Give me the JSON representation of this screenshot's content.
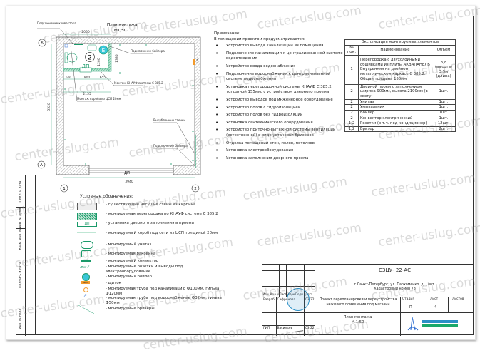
{
  "watermark": "center-uslug.com",
  "plan": {
    "title": "План монтажа",
    "scale": "М1:50",
    "axes": {
      "b": "Б",
      "a": "А",
      "one": "1",
      "two": "2"
    },
    "room_number": "2",
    "boiler_mark": "Б",
    "door_mark": "ДП",
    "dims": {
      "top": "2000",
      "left": "5520",
      "bottom": "3940",
      "partition_total": "2155",
      "d600": "600",
      "d900": "900",
      "d655": "655",
      "d1200": "1200",
      "d1335": "1335"
    },
    "callouts": {
      "convector": "Подключение конвектора",
      "boiler_top": "Подключение бойлера",
      "knauf": "Монтаж КНАУФ системы С 385.2",
      "duct": "Монтаж короба из ЦСП 20мм",
      "outlets": "Вырубленные стенки",
      "boiler_right": "Подключение бойлера",
      "shield": "ЩЭ"
    }
  },
  "notes": {
    "heading": "Примечание:",
    "intro": "В помещении проектом предусматривается:",
    "items": [
      "Устройство вывода канализации из помещения",
      "Подключение канализации к централизованной системе водоотведения",
      "Устройство ввода водоснабжения",
      "Подключение водоснабжения к централизованной системе водоснабжения",
      "Установка перегородочной системы КНАУФ С 385.2 толщиной 155мм, с устройством дверного проема",
      "Устройство выводов под инженерное оборудование",
      "Устройство полов с гидроизоляцией",
      "Устройство полов без гидроизоляции",
      "Установка сантехнического оборудования",
      "Устройство приточно-вытяжной системы вентиляции (естественной) в виде установки бризеров",
      "Отделка помещений стен, полов, потолков",
      "Установка электрооборудования",
      "Установка заполнения дверного проема"
    ]
  },
  "explication": {
    "title": "Экспликация монтируемых элементов",
    "headers": [
      "№ пом.",
      "Наименование",
      "Объем"
    ],
    "rows": [
      [
        "1",
        "Перегородка с двухслойными обшивками из плиты АКВАПАНЕЛЬ Внутренняя на двойном металлическом каркасе С 385.2. Общая толщина 155мм",
        "3,8 (высота) 3,5м (длина)"
      ],
      [
        "2",
        "Дверной проем с заполнением ширина 900мм, высота 2100мм (в свету)",
        "1шт."
      ],
      [
        "2",
        "Унитаз",
        "1шт."
      ],
      [
        "2",
        "Умывальник",
        "1шт."
      ],
      [
        "2",
        "Бойлер",
        "1шт."
      ],
      [
        "2",
        "Конвектор электрический",
        "1шт."
      ],
      [
        "1,2",
        "Розетки (в т.ч. под кондиционер)",
        "12шт."
      ],
      [
        "1,2",
        "Бризер",
        "2шт."
      ]
    ]
  },
  "legend": {
    "title": "Условные обозначения:",
    "items": [
      "- существующие несущие стены из кирпича",
      "- монтируемая перегородка по КНАУФ системе С 385.2",
      "- установка дверного заполнения в проема",
      "- монтируемый короб под сети из ЦСП толщиной 20мм",
      "- монтируемый унитаз",
      "- монтируемая раковина",
      "- монтируемый конвектор",
      "- монтируемые розетки и выводы под электрооборудование",
      "- монтируемый бойлер",
      "- щиток",
      "- монтируемая труба под канализацию Ф100мм, гильза Ф120мм",
      "- монтируемая труба под водоснабжение Ф32мм, гильза Ф50мм",
      "- монтируемые бризеры"
    ],
    "door_symbol": "ДП",
    "shield_symbol": "ЩЭ"
  },
  "titleblock": {
    "code": "СЗЦУ-    22-АС",
    "address": "г.Санкт-Петербург, ул. Пархоменко, д. , лит.",
    "cadastral": "Кадастровый номер 78",
    "col_headers": [
      "Изм.",
      "Кол.уч",
      "Лист",
      "№док",
      "Подп.",
      "Дата"
    ],
    "developer_role": "Разраб.",
    "developer_name": "Сафронова",
    "developer_date": "03.22",
    "chief_role": "ГИП",
    "chief_name": "Васильев",
    "chief_date": "03.22",
    "project_name": "Проект перепланировки и переустройства нежилого помещения под магазин",
    "stage_label": "Стадия",
    "sheet_label": "Лист",
    "sheets_label": "Листов",
    "stage": "П",
    "sheet": "4",
    "drawing_name": "План монтажа",
    "drawing_scale": "М.1:50"
  },
  "side_stamp": [
    "Подп. и дата",
    "Инв. № дубл.",
    "Взам. инв. №",
    "Подпись и дата",
    "Инв. № подл."
  ],
  "colors": {
    "green": "#1a9a6a",
    "cyan": "#39c6d8",
    "orange": "#f39a2a",
    "stamp": "#2b8fc6"
  }
}
